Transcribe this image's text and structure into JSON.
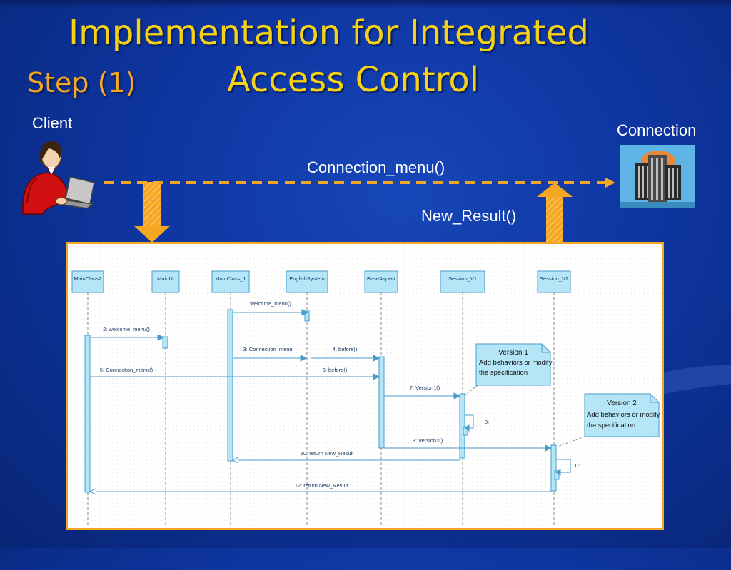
{
  "slide": {
    "title_line1": "Implementation for Integrated",
    "title_line2": "Access Control",
    "step": "Step (1)"
  },
  "actors": {
    "client_label": "Client",
    "connection_label": "Connection"
  },
  "calls": {
    "connection_menu": "Connection_menu()",
    "new_result": "New_Result()"
  },
  "colors": {
    "title": "#f5d218",
    "step": "#f5a623",
    "arrow": "#f5a623",
    "background": "#0e35a0",
    "lifeline_box": "#b4e6f8",
    "lifeline_border": "#4a9cc8"
  },
  "sequence": {
    "lifelines": [
      "MainClass2",
      "MainUI",
      "MainClass_1",
      "EnglishSystem",
      "BaseAspect",
      "Session_V1",
      "Session_V2"
    ],
    "messages": [
      "1: welcome_menu()",
      "2: welcome_menu()",
      "3: Connection_menu",
      "4: before()",
      "5: Connection_menu()",
      "6: before()",
      "7: Version1()",
      "8:",
      "9: Version2()",
      "10: return New_Result",
      "11:",
      "12: return New_Result"
    ],
    "notes": [
      {
        "title": "Version 1",
        "line1": "Add behaviors or modify",
        "line2": "the specification"
      },
      {
        "title": "Version 2",
        "line1": "Add behaviors or modify",
        "line2": "the specification"
      }
    ]
  },
  "icons": [
    "client-person-icon",
    "server-building-icon"
  ]
}
